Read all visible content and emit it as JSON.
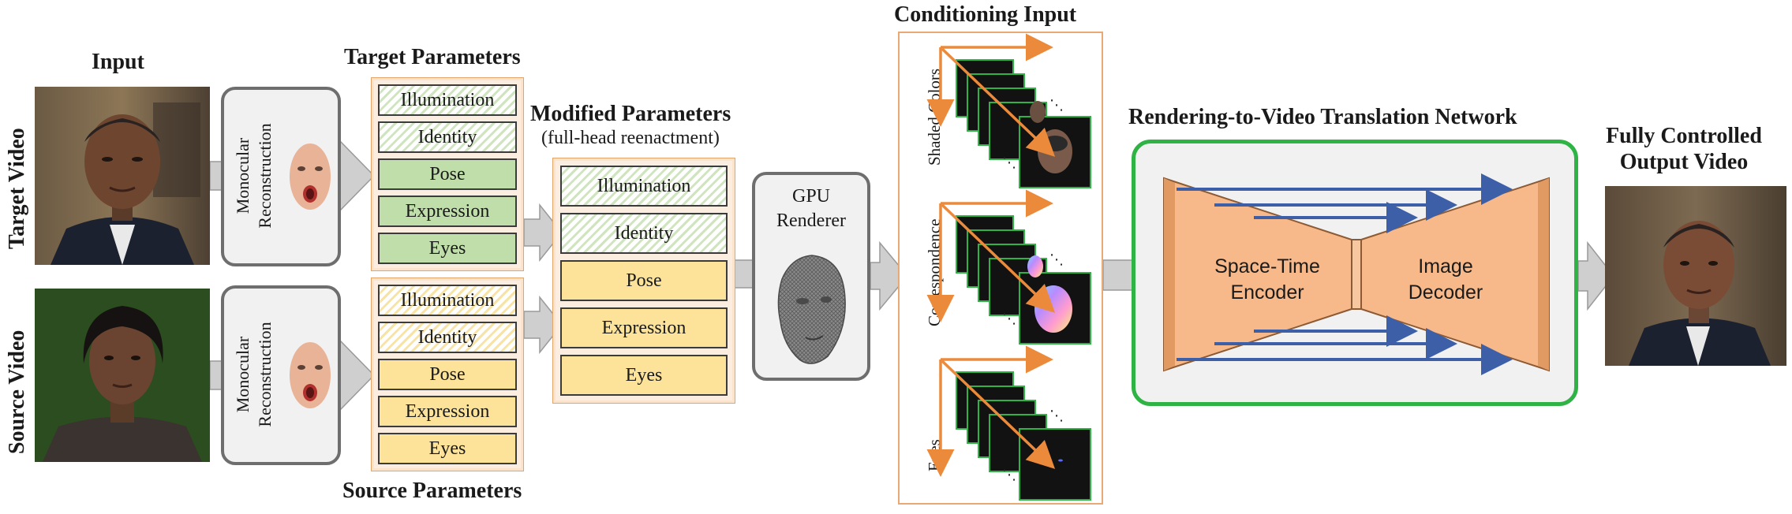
{
  "headers": {
    "input": "Input",
    "target_parameters": "Target Parameters",
    "source_parameters": "Source Parameters",
    "modified_parameters": "Modified Parameters",
    "modified_subtitle": "(full-head reenactment)",
    "conditioning_input": "Conditioning Input",
    "network": "Rendering-to-Video Translation Network",
    "output_line1": "Fully Controlled",
    "output_line2": "Output Video"
  },
  "row_labels": {
    "target": "Target Video",
    "source": "Source Video"
  },
  "reconstruction": {
    "line1": "Monocular",
    "line2": "Reconstruction"
  },
  "target_params": [
    {
      "label": "Illumination",
      "style": "green-hatched"
    },
    {
      "label": "Identity",
      "style": "green-hatched"
    },
    {
      "label": "Pose",
      "style": "green"
    },
    {
      "label": "Expression",
      "style": "green"
    },
    {
      "label": "Eyes",
      "style": "green"
    }
  ],
  "source_params": [
    {
      "label": "Illumination",
      "style": "yellow-hatched"
    },
    {
      "label": "Identity",
      "style": "yellow-hatched"
    },
    {
      "label": "Pose",
      "style": "yellow"
    },
    {
      "label": "Expression",
      "style": "yellow"
    },
    {
      "label": "Eyes",
      "style": "yellow"
    }
  ],
  "modified_params": [
    {
      "label": "Illumination",
      "style": "green-hatched"
    },
    {
      "label": "Identity",
      "style": "green-hatched"
    },
    {
      "label": "Pose",
      "style": "yellow"
    },
    {
      "label": "Expression",
      "style": "yellow"
    },
    {
      "label": "Eyes",
      "style": "yellow"
    }
  ],
  "renderer": {
    "line1": "GPU",
    "line2": "Renderer"
  },
  "conditioning_sections": [
    "Shaded Colors",
    "Correspondence",
    "Eyes"
  ],
  "network_parts": {
    "encoder_line1": "Space-Time",
    "encoder_line2": "Encoder",
    "decoder_line1": "Image",
    "decoder_line2": "Decoder"
  },
  "colors": {
    "green_fill": "#bfdeaa",
    "yellow_fill": "#fce399",
    "orange_arrow": "#ec8a3c",
    "network_border": "#2fb345",
    "bowtie_fill": "#f7b98a",
    "skip_arrow": "#3d5fa8"
  }
}
